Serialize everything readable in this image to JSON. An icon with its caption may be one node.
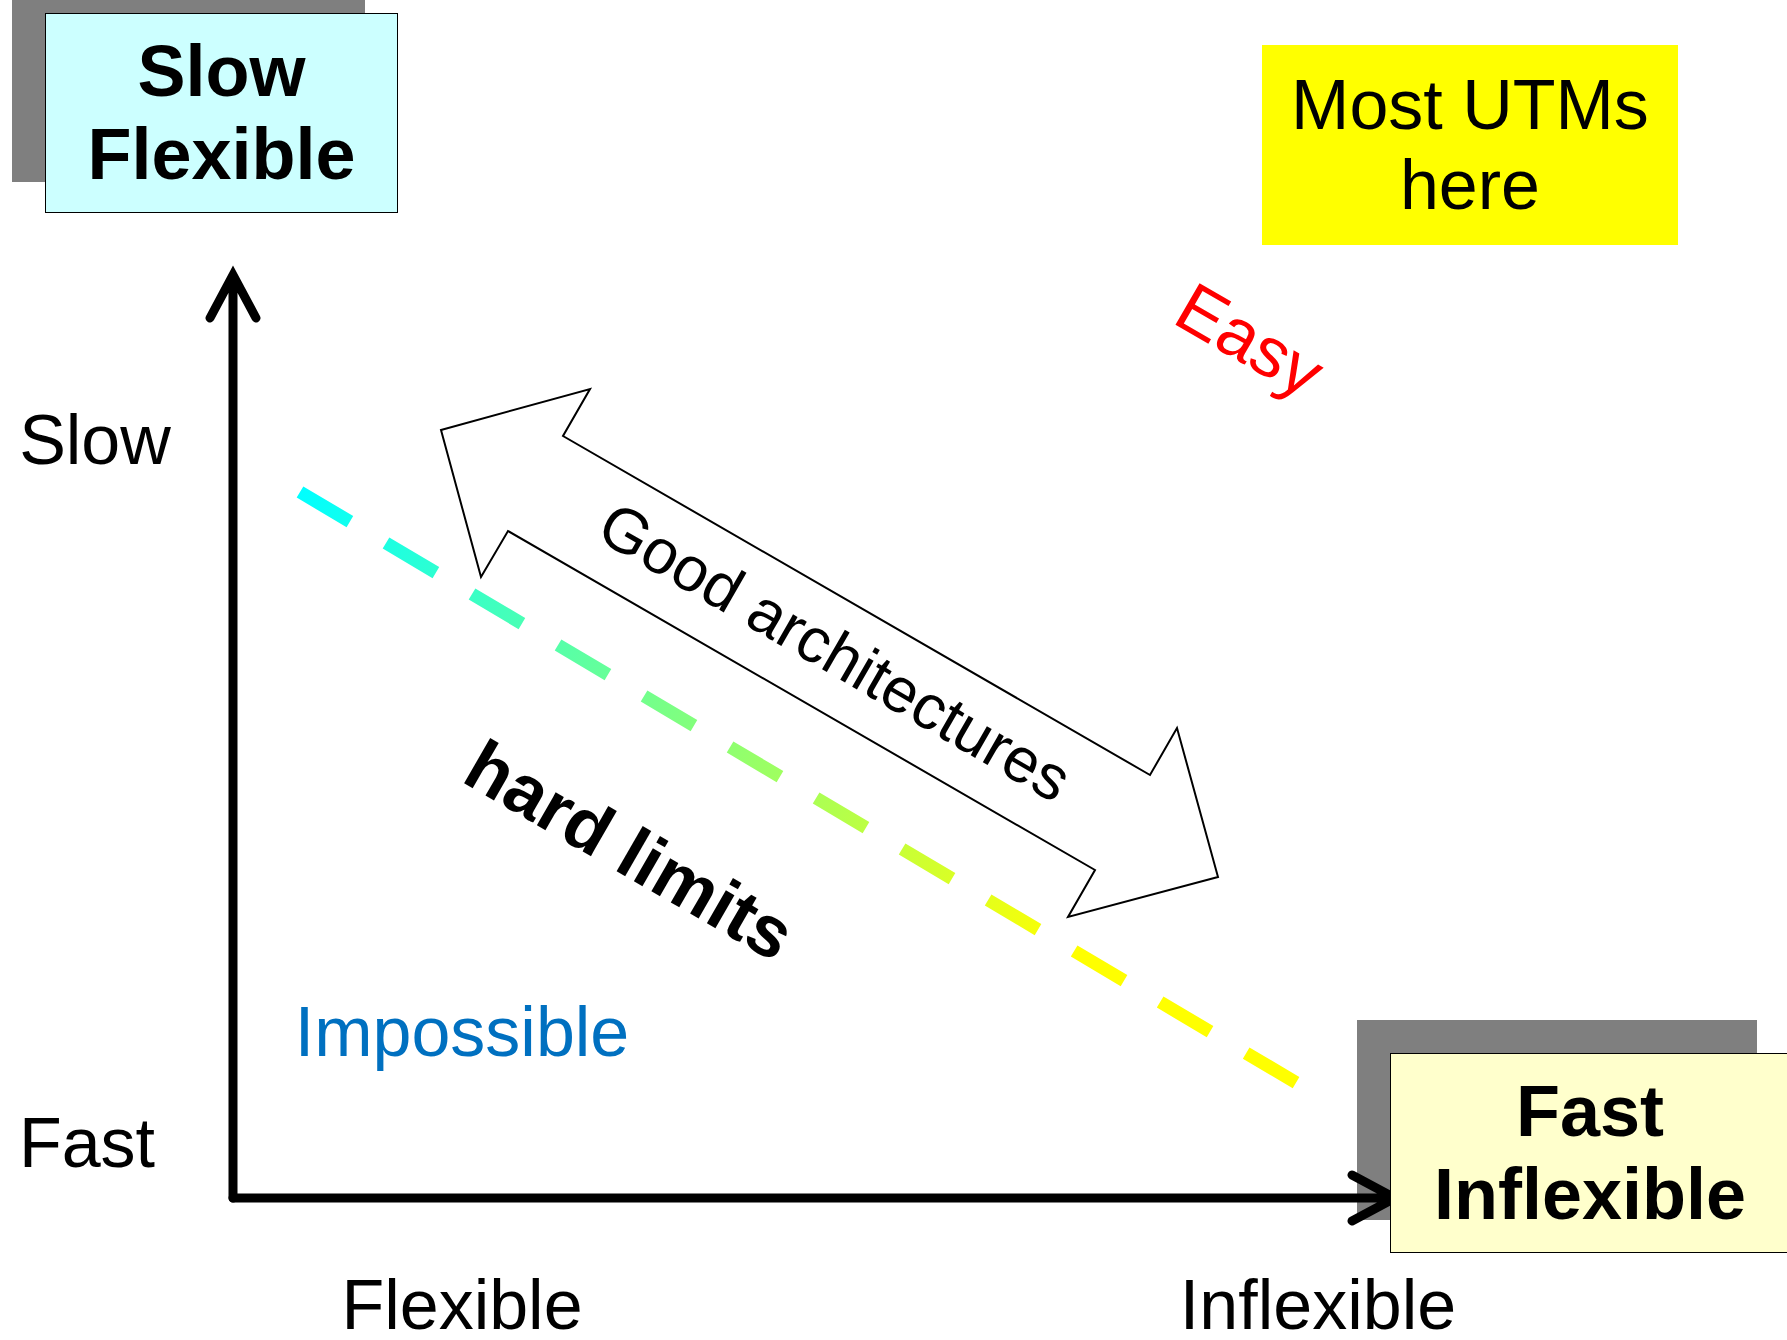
{
  "diagram": {
    "nodes": [
      {
        "text": [
          "Slow Flexible"
        ]
      },
      {
        "text": [
          "Most UTMs here"
        ]
      },
      {
        "text": [
          "Good architectures"
        ]
      },
      {
        "text": [
          "Fast Inflexible"
        ]
      }
    ],
    "labels": [
      "Easy",
      "Slow",
      "hard limits",
      "Impossible",
      "Fast",
      "Flexible",
      "Inflexible"
    ]
  }
}
